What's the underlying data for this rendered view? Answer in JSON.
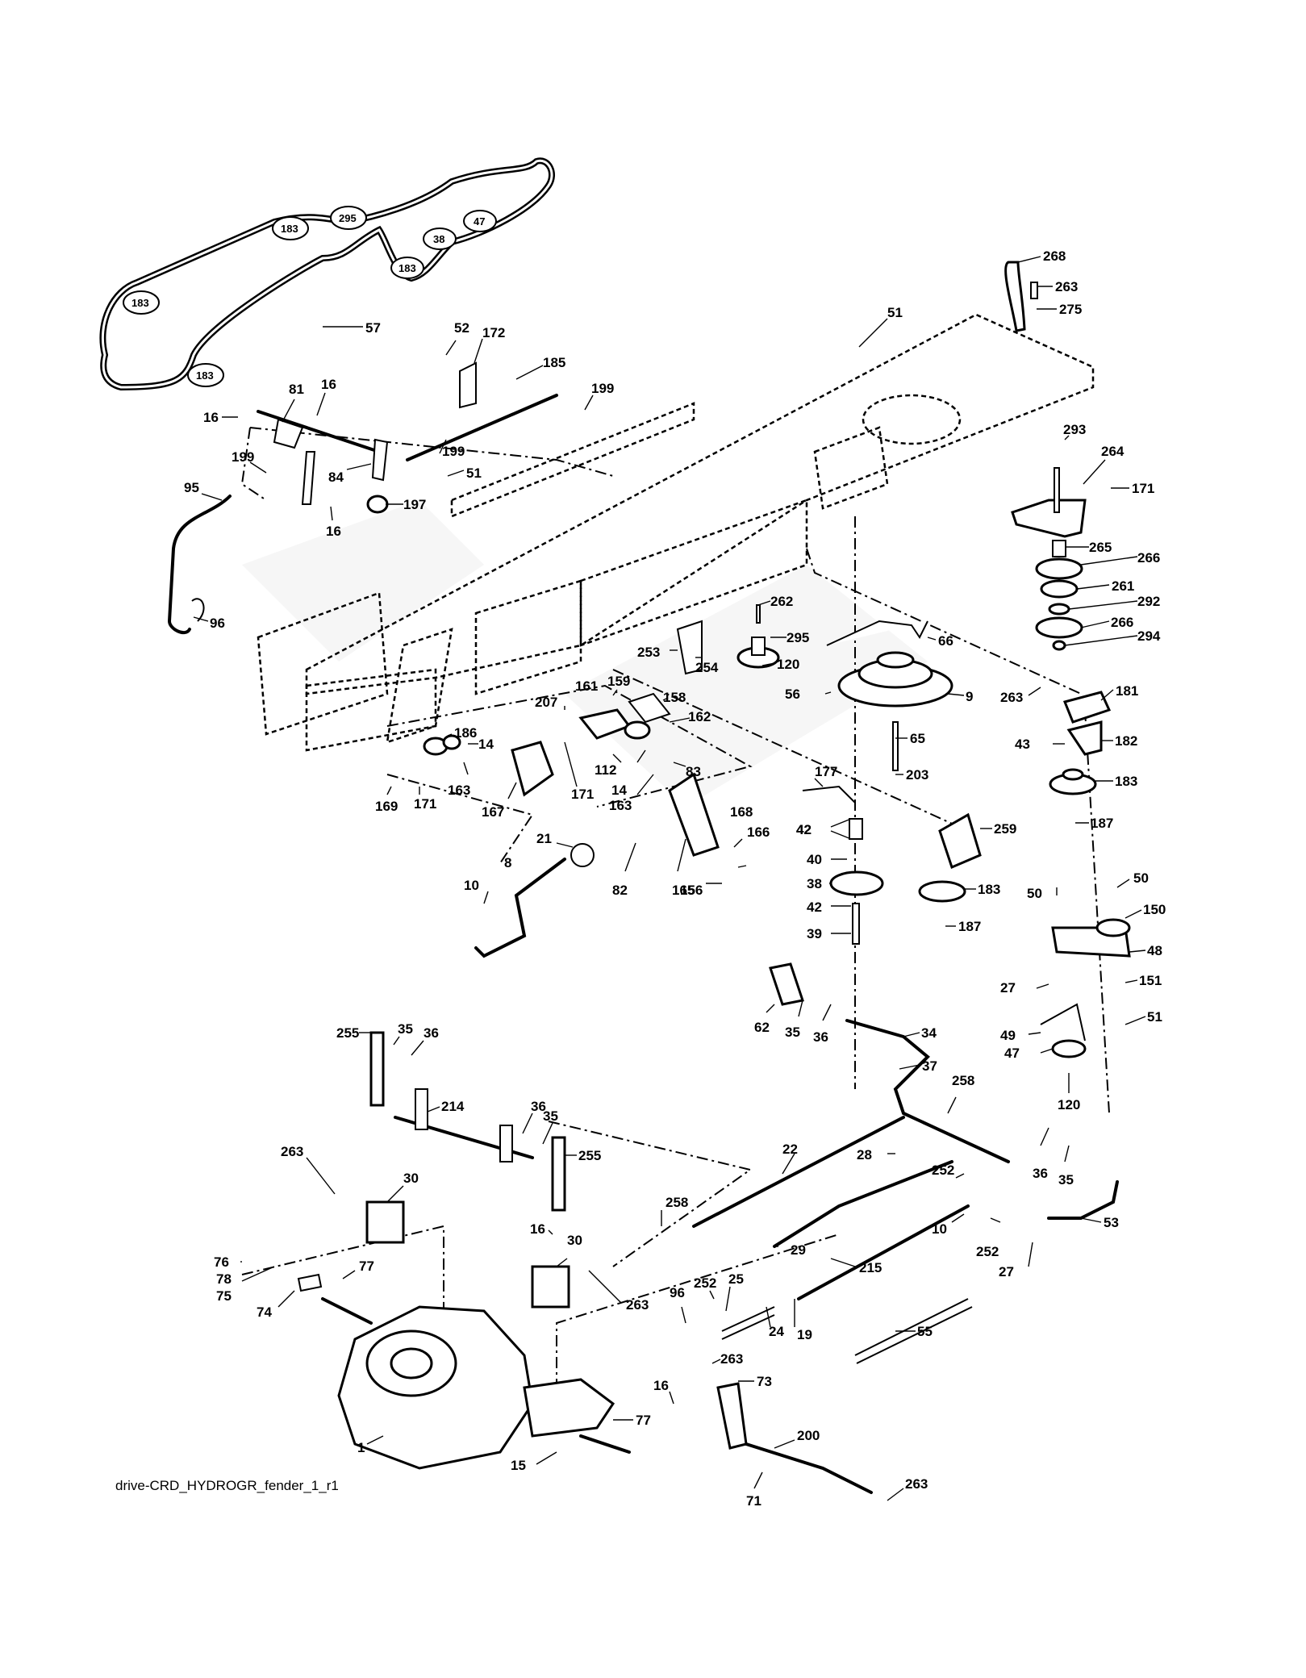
{
  "filename": "drive-CRD_HYDROGR_fender_1_r1",
  "belt_tags": [
    "295",
    "183",
    "38",
    "47",
    "183",
    "183",
    "183"
  ],
  "callouts": [
    "57",
    "52",
    "172",
    "185",
    "199",
    "81",
    "16",
    "16",
    "199",
    "84",
    "51",
    "199",
    "197",
    "16",
    "95",
    "96",
    "51",
    "268",
    "263",
    "275",
    "293",
    "264",
    "171",
    "265",
    "266",
    "261",
    "292",
    "266",
    "294",
    "262",
    "295",
    "120",
    "253",
    "254",
    "66",
    "56",
    "9",
    "263",
    "181",
    "43",
    "182",
    "183",
    "187",
    "65",
    "203",
    "207",
    "161",
    "159",
    "158",
    "162",
    "186",
    "14",
    "163",
    "112",
    "14",
    "83",
    "163",
    "169",
    "171",
    "167",
    "171",
    "21",
    "177",
    "42",
    "42",
    "40",
    "38",
    "42",
    "39",
    "259",
    "183",
    "187",
    "168",
    "166",
    "82",
    "165",
    "156",
    "10",
    "8",
    "50",
    "50",
    "150",
    "48",
    "27",
    "151",
    "49",
    "51",
    "47",
    "120",
    "62",
    "35",
    "36",
    "34",
    "37",
    "255",
    "35",
    "36",
    "214",
    "36",
    "35",
    "255",
    "263",
    "30",
    "22",
    "258",
    "28",
    "252",
    "36",
    "35",
    "258",
    "29",
    "10",
    "252",
    "53",
    "16",
    "30",
    "76",
    "78",
    "75",
    "74",
    "77",
    "263",
    "215",
    "27",
    "96",
    "252",
    "25",
    "24",
    "19",
    "55",
    "263",
    "73",
    "16",
    "77",
    "1",
    "15",
    "200",
    "71",
    "263"
  ]
}
